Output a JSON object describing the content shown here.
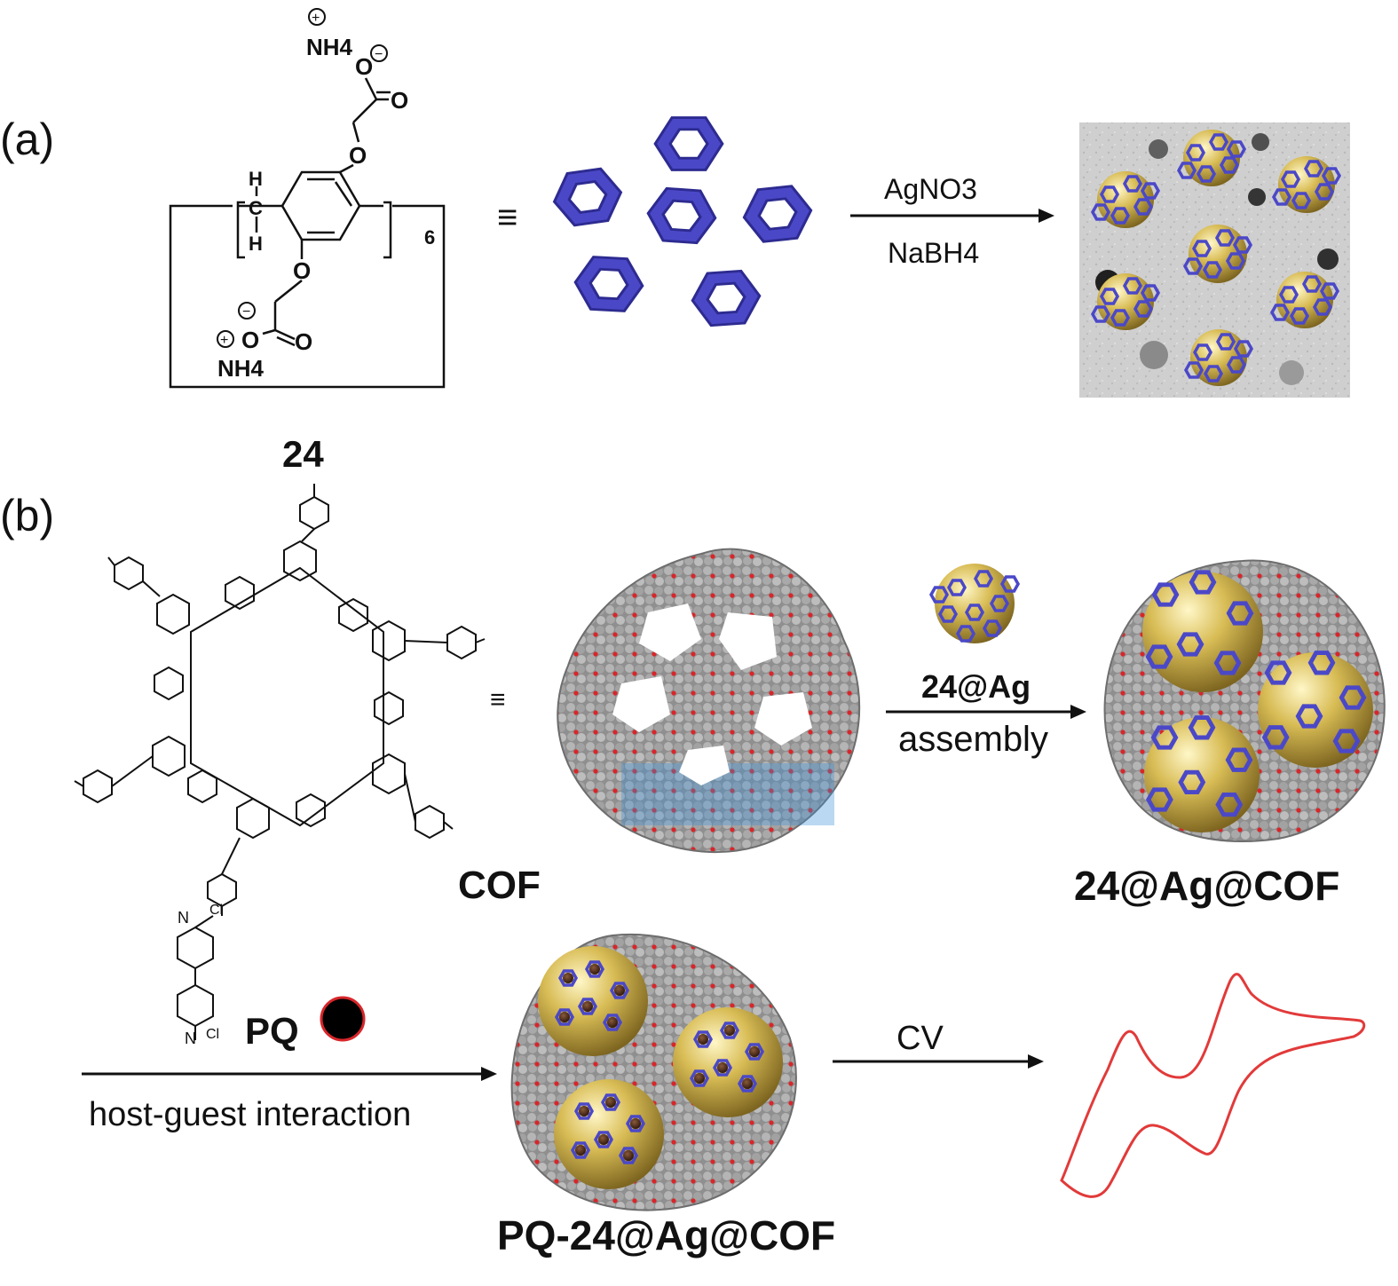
{
  "panel_a": {
    "label": "(a)",
    "ammonium_top": "NH4",
    "ammonium_bottom": "NH4",
    "oxygen": "O",
    "hydrogen": "H",
    "carbon": "C",
    "repeat_count": "6",
    "equivalence": "≡",
    "reagent_top": "AgNO3",
    "reagent_bottom": "NaBH4"
  },
  "panel_b": {
    "label": "(b)",
    "macrocycle_label": "24",
    "equivalence": "≡",
    "cof_label": "COF",
    "nanoparticle_label": "24@Ag",
    "step_label": "assembly",
    "composite_label": "24@Ag@COF",
    "guest_label": "PQ",
    "guest_step": "host-guest interaction",
    "product_label": "PQ-24@Ag@COF",
    "cv_step": "CV"
  },
  "colors": {
    "ring_blue": "#4b48c8",
    "gold": "#d4b54a",
    "cof_gray": "#9a9a9a",
    "cof_red": "#d8262a",
    "cof_cyan": "#3a90d8",
    "cv_red": "#e23a3a"
  }
}
